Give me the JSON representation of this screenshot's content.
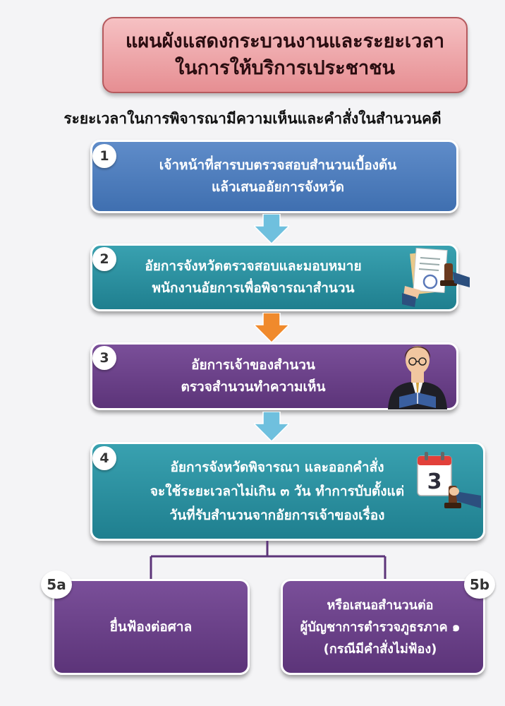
{
  "title": {
    "line1": "แผนผังแสดงกระบวนงานและระยะเวลา",
    "line2": "ในการให้บริการเประชาชน"
  },
  "subtitle": "ระยะเวลาในการพิจารณามีความเห็นและคำสั่งในสำนวนคดี",
  "steps": [
    {
      "badge": "1",
      "lines": [
        "เจ้าหน้าที่สารบบตรวจสอบสำนวนเบื้องต้น",
        "แล้วเสนออัยการจังหวัด"
      ]
    },
    {
      "badge": "2",
      "lines": [
        "อัยการจังหวัดตรวจสอบและมอบหมาย",
        "พนักงานอัยการเพื่อพิจารณาสำนวน"
      ]
    },
    {
      "badge": "3",
      "lines": [
        "อัยการเจ้าของสำนวน",
        "ตรวจสำนวนทำความเห็น"
      ]
    },
    {
      "badge": "4",
      "lines": [
        "อัยการจังหวัดพิจารณา และออกคำสั่ง",
        "จะใช้ระยะเวลาไม่เกิน ๓ วัน ทำการบับตั้งแต่",
        "วันที่รับสำนวนจากอัยการเจ้าของเรื่อง"
      ]
    }
  ],
  "branches": [
    {
      "badge": "5a",
      "lines": [
        "ยื่นฟ้องต่อศาล"
      ]
    },
    {
      "badge": "5b",
      "lines": [
        "หรือเสนอสำนวนต่อ",
        "ผู้บัญชาการตำรวจภูธรภาค ๑",
        "(กรณีมีคำสั่งไม่ฟ้อง)"
      ]
    }
  ],
  "calendar_number": "3",
  "colors": {
    "step1": "#4a7cbf",
    "step2": "#2a8d9c",
    "step3": "#6a4289",
    "step4": "#2a8d9c",
    "branch": "#6a4289",
    "arrow_blue": "#6fc0de",
    "arrow_orange": "#f08a2c",
    "connector": "#5c3479"
  }
}
